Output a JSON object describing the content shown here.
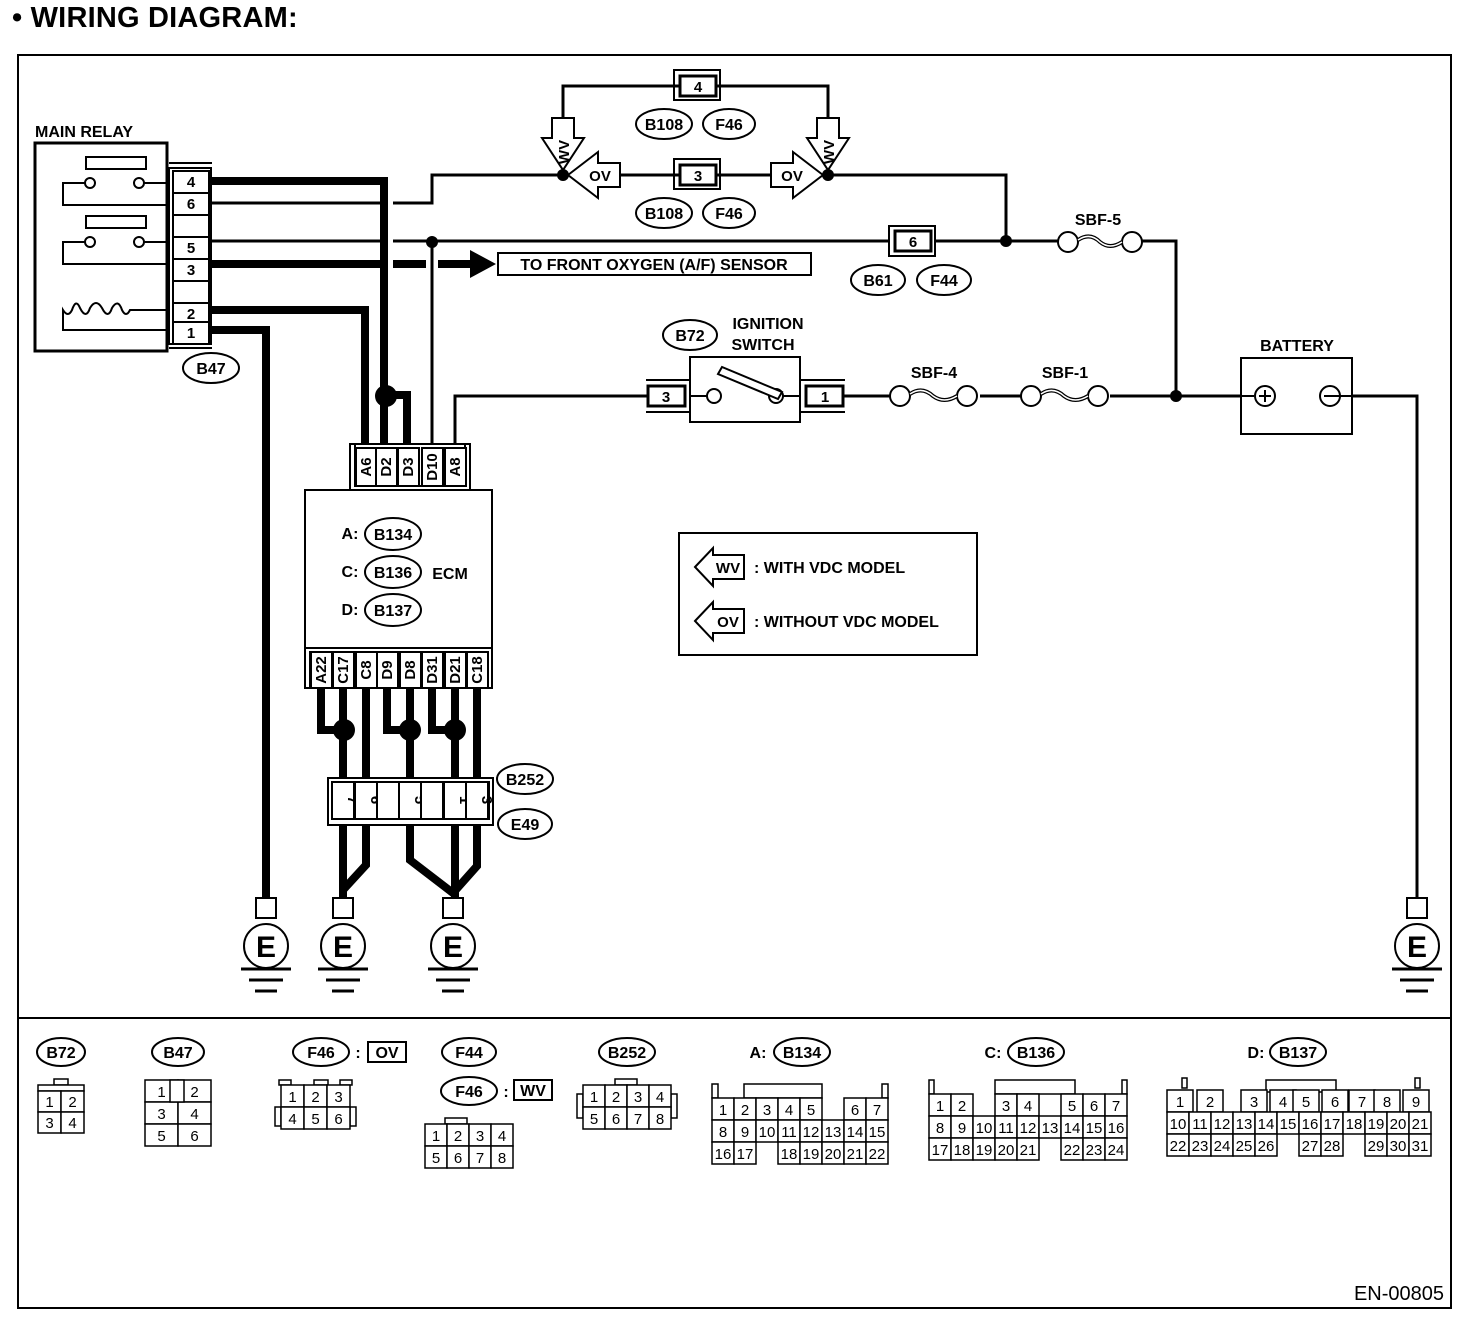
{
  "title": "•  WIRING DIAGRAM:",
  "figure_id": "EN-00805",
  "main_relay": {
    "label": "MAIN RELAY",
    "connector": "B47",
    "pins": [
      "4",
      "6",
      "",
      "5",
      "3",
      "",
      "2",
      "1"
    ]
  },
  "top_connectors": {
    "wv_pin": "4",
    "ov_pin": "3",
    "wv_codes": [
      "B108",
      "F46"
    ],
    "ov_codes": [
      "B108",
      "F46"
    ],
    "wv_tag": "WV",
    "ov_tag": "OV"
  },
  "sbf5": {
    "label": "SBF-5"
  },
  "b61_pin": {
    "pin": "6",
    "codes": [
      "B61",
      "F44"
    ]
  },
  "oxygen_sensor": {
    "label": "TO FRONT OXYGEN (A/F) SENSOR"
  },
  "ignition": {
    "label_line1": "IGNITION",
    "label_line2": "SWITCH",
    "connector": "B72",
    "pin_left": "3",
    "pin_right": "1"
  },
  "fuses": {
    "sbf4": "SBF-4",
    "sbf1": "SBF-1"
  },
  "battery": {
    "label": "BATTERY",
    "plus": "+",
    "minus": "−"
  },
  "ecm": {
    "label": "ECM",
    "top_pins": [
      "A6",
      "D2",
      "D3",
      "D10",
      "A8"
    ],
    "bottom_pins": [
      "A22",
      "C17",
      "C8",
      "D9",
      "D8",
      "D31",
      "D21",
      "C18"
    ],
    "connectors": [
      {
        "prefix": "A:",
        "code": "B134"
      },
      {
        "prefix": "C:",
        "code": "B136"
      },
      {
        "prefix": "D:",
        "code": "B137"
      }
    ]
  },
  "joint": {
    "codes": [
      "B252",
      "E49"
    ],
    "pins": [
      "7",
      "6",
      "",
      "5",
      "",
      "1",
      "3"
    ]
  },
  "ground": {
    "symbol": "E"
  },
  "legend": {
    "wv_tag": "WV",
    "wv_text": ": WITH VDC MODEL",
    "ov_tag": "OV",
    "ov_text": ": WITHOUT VDC MODEL"
  },
  "connector_views": {
    "b72": {
      "code": "B72",
      "rows": [
        [
          "1",
          "2"
        ],
        [
          "3",
          "4"
        ]
      ]
    },
    "b47": {
      "code": "B47",
      "rows": [
        [
          "1",
          "2"
        ],
        [
          "3",
          "4"
        ],
        [
          "5",
          "6"
        ]
      ]
    },
    "f46_ov": {
      "code": "F46",
      "sep": ":",
      "tag": "OV",
      "rows": [
        [
          "1",
          "2",
          "3"
        ],
        [
          "4",
          "5",
          "6"
        ]
      ]
    },
    "f44": {
      "code": "F44"
    },
    "f46_wv": {
      "code": "F46",
      "sep": ":",
      "tag": "WV",
      "rows": [
        [
          "1",
          "2",
          "3",
          "4"
        ],
        [
          "5",
          "6",
          "7",
          "8"
        ]
      ]
    },
    "b252": {
      "code": "B252",
      "rows": [
        [
          "1",
          "2",
          "3",
          "4"
        ],
        [
          "5",
          "6",
          "7",
          "8"
        ]
      ]
    },
    "b134": {
      "prefix": "A:",
      "code": "B134",
      "rows": [
        [
          "1",
          "2",
          "3",
          "4",
          "5",
          "",
          "6",
          "7"
        ],
        [
          "8",
          "9",
          "10",
          "11",
          "12",
          "13",
          "14",
          "15"
        ],
        [
          "16",
          "17",
          "",
          "18",
          "19",
          "20",
          "21",
          "22"
        ]
      ]
    },
    "b136": {
      "prefix": "C:",
      "code": "B136",
      "rows": [
        [
          "1",
          "2",
          "",
          "3",
          "4",
          "",
          "5",
          "6",
          "7"
        ],
        [
          "8",
          "9",
          "10",
          "11",
          "12",
          "13",
          "14",
          "15",
          "16"
        ],
        [
          "17",
          "18",
          "19",
          "20",
          "21",
          "",
          "22",
          "23",
          "24"
        ]
      ]
    },
    "b137": {
      "prefix": "D:",
      "code": "B137",
      "rows": [
        [
          "1",
          "",
          "2",
          "",
          "3",
          "4",
          "5",
          "6",
          "7",
          "8",
          "9"
        ],
        [
          "10",
          "11",
          "12",
          "13",
          "14",
          "15",
          "16",
          "17",
          "18",
          "19",
          "20",
          "21"
        ],
        [
          "22",
          "23",
          "24",
          "25",
          "26",
          "",
          "27",
          "28",
          "",
          "29",
          "30",
          "31"
        ]
      ]
    }
  }
}
